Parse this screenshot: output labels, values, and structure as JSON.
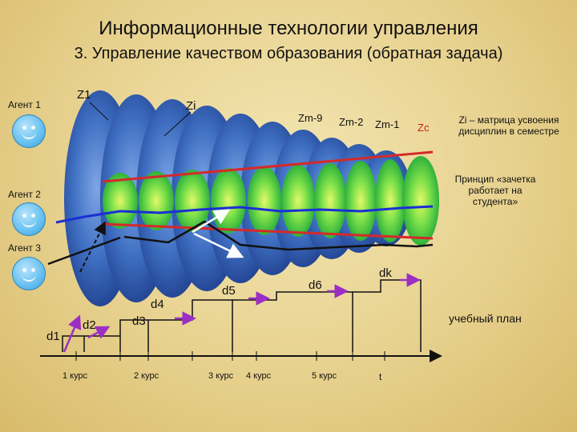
{
  "title": "Информационные технологии управления",
  "subtitle": "3. Управление качеством образования (обратная задача)",
  "agents": [
    "Агент 1",
    "Агент 2",
    "Агент 3"
  ],
  "z_labels": {
    "z1": "Z1",
    "zi": "Zi",
    "zm9": "Zm-9",
    "zm2": "Zm-2",
    "zm1": "Zm-1",
    "zc": "Zc"
  },
  "d_labels": {
    "d1": "d1",
    "d2": "d2",
    "d3": "d3",
    "d4": "d4",
    "d5": "d5",
    "d6": "d6",
    "dk": "dk"
  },
  "legend_zi": "Zi – матрица усвоения дисциплин в семестре",
  "principle": "Принцип «зачетка работает на студента»",
  "curriculum": "учебный план",
  "axis_labels": [
    "1 курс",
    "2 курс",
    "3 курс",
    "4 курс",
    "5 курс",
    "t"
  ],
  "colors": {
    "blue_ellipse": "#3f74c6",
    "green_ellipse": "#35c53b",
    "red_line": "#d42a2a",
    "blue_line": "#1b2fd6",
    "purple_arrow": "#9b2fc4",
    "background": "#e9d592"
  }
}
